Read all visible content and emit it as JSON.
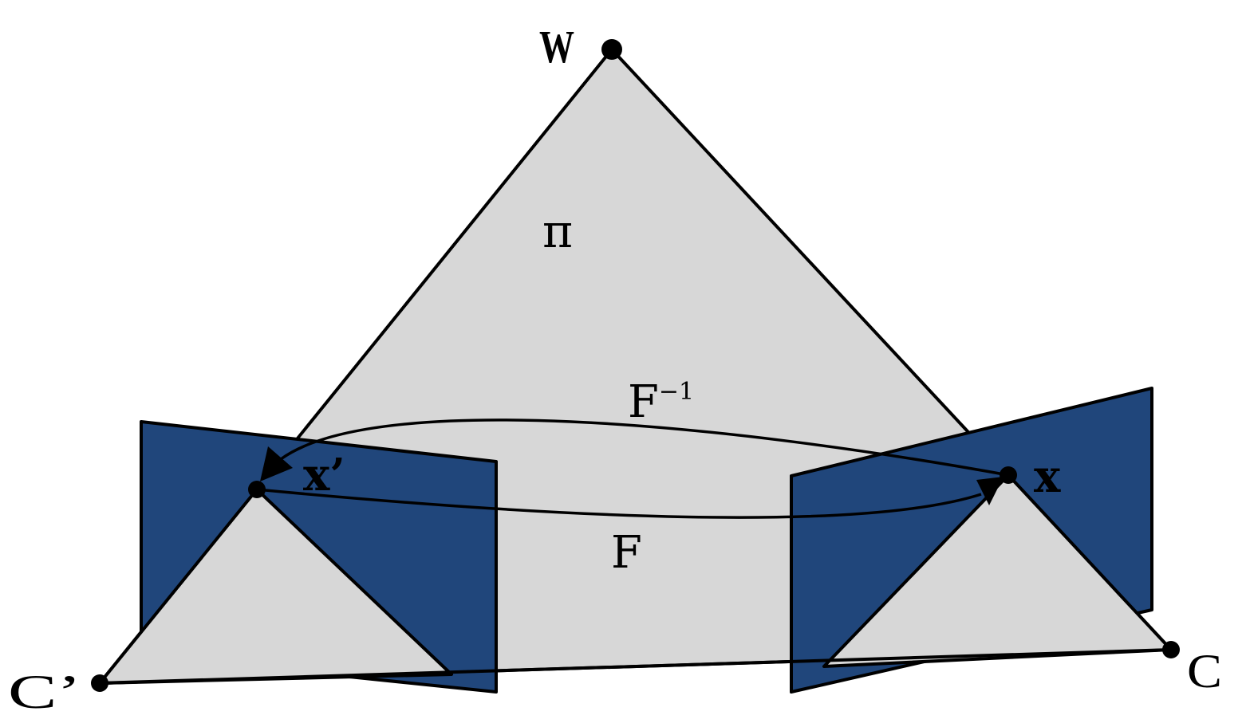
{
  "labels": {
    "world_point": "W",
    "plane": "π",
    "left_camera_center": "C’",
    "right_camera_center": "C",
    "left_image_point": "x’",
    "right_image_point": "x",
    "fundamental_matrix": "F",
    "inverse_fundamental_matrix": "F",
    "inverse_exponent": "−1"
  },
  "colors": {
    "plane_fill": "#d7d7d7",
    "image_plane_fill": "#20467b",
    "stroke": "#000000"
  }
}
